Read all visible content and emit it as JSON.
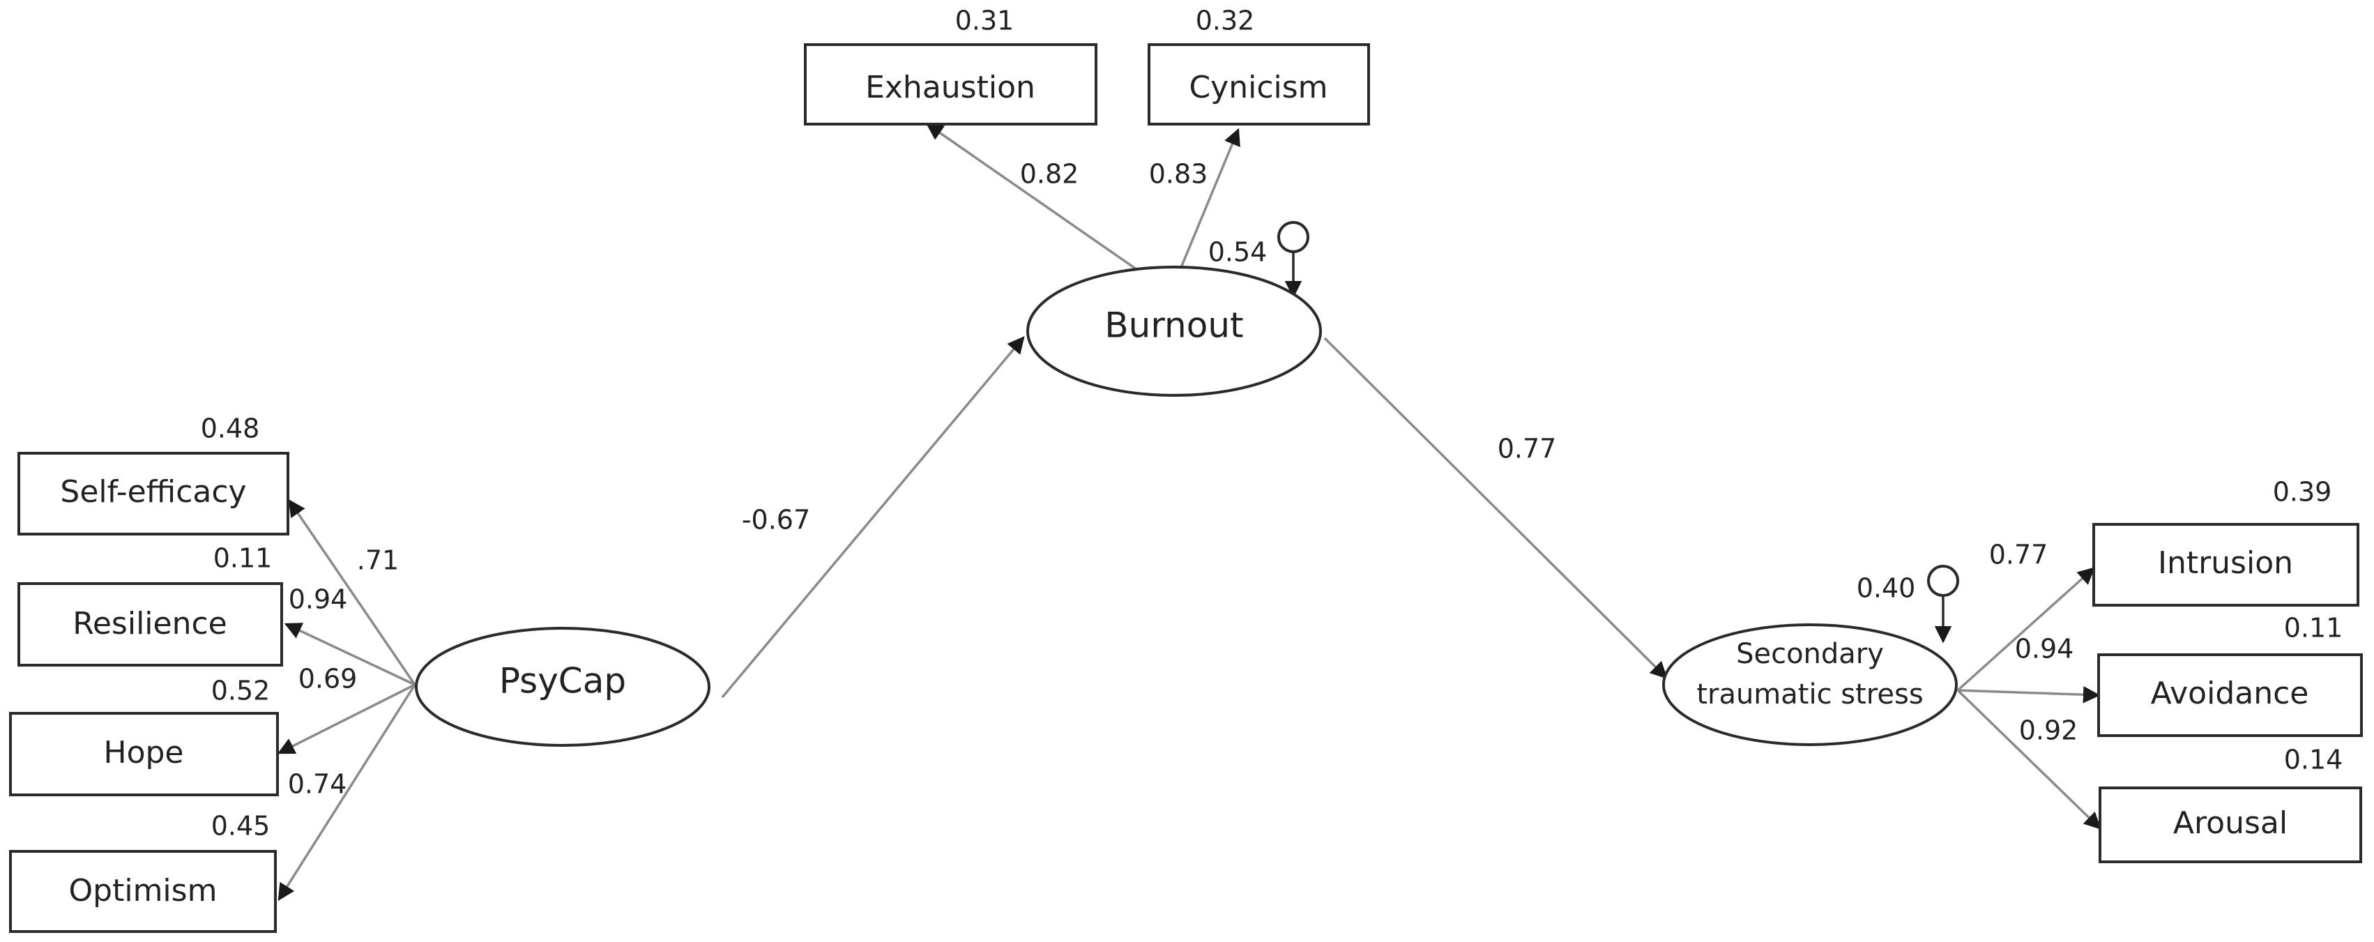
{
  "indicators": {
    "exhaustion": {
      "label": "Exhaustion",
      "value": "0.31"
    },
    "cynicism": {
      "label": "Cynicism",
      "value": "0.32"
    },
    "self_efficacy": {
      "label": "Self-efficacy",
      "value": "0.48"
    },
    "resilience": {
      "label": "Resilience",
      "value": "0.11"
    },
    "hope": {
      "label": "Hope",
      "value": "0.52"
    },
    "optimism": {
      "label": "Optimism",
      "value": "0.45"
    },
    "intrusion": {
      "label": "Intrusion",
      "value": "0.39"
    },
    "avoidance": {
      "label": "Avoidance",
      "value": "0.11"
    },
    "arousal": {
      "label": "Arousal",
      "value": "0.14"
    }
  },
  "latents": {
    "psycap": {
      "label": "PsyCap"
    },
    "burnout": {
      "label": "Burnout",
      "r2": "0.54"
    },
    "sts": {
      "line1": "Secondary",
      "line2": "traumatic stress",
      "r2": "0.40"
    }
  },
  "loadings": {
    "exhaustion": "0.82",
    "cynicism": "0.83",
    "self_efficacy": ".71",
    "resilience": "0.94",
    "hope": "0.69",
    "optimism": "0.74",
    "intrusion": "0.77",
    "avoidance": "0.94",
    "arousal": "0.92"
  },
  "paths": {
    "psycap_to_burnout": "-0.67",
    "burnout_to_sts": "0.77"
  },
  "colors": {
    "path": "#8a8a8a",
    "stroke": "#2a2a2a",
    "text": "#222222"
  }
}
